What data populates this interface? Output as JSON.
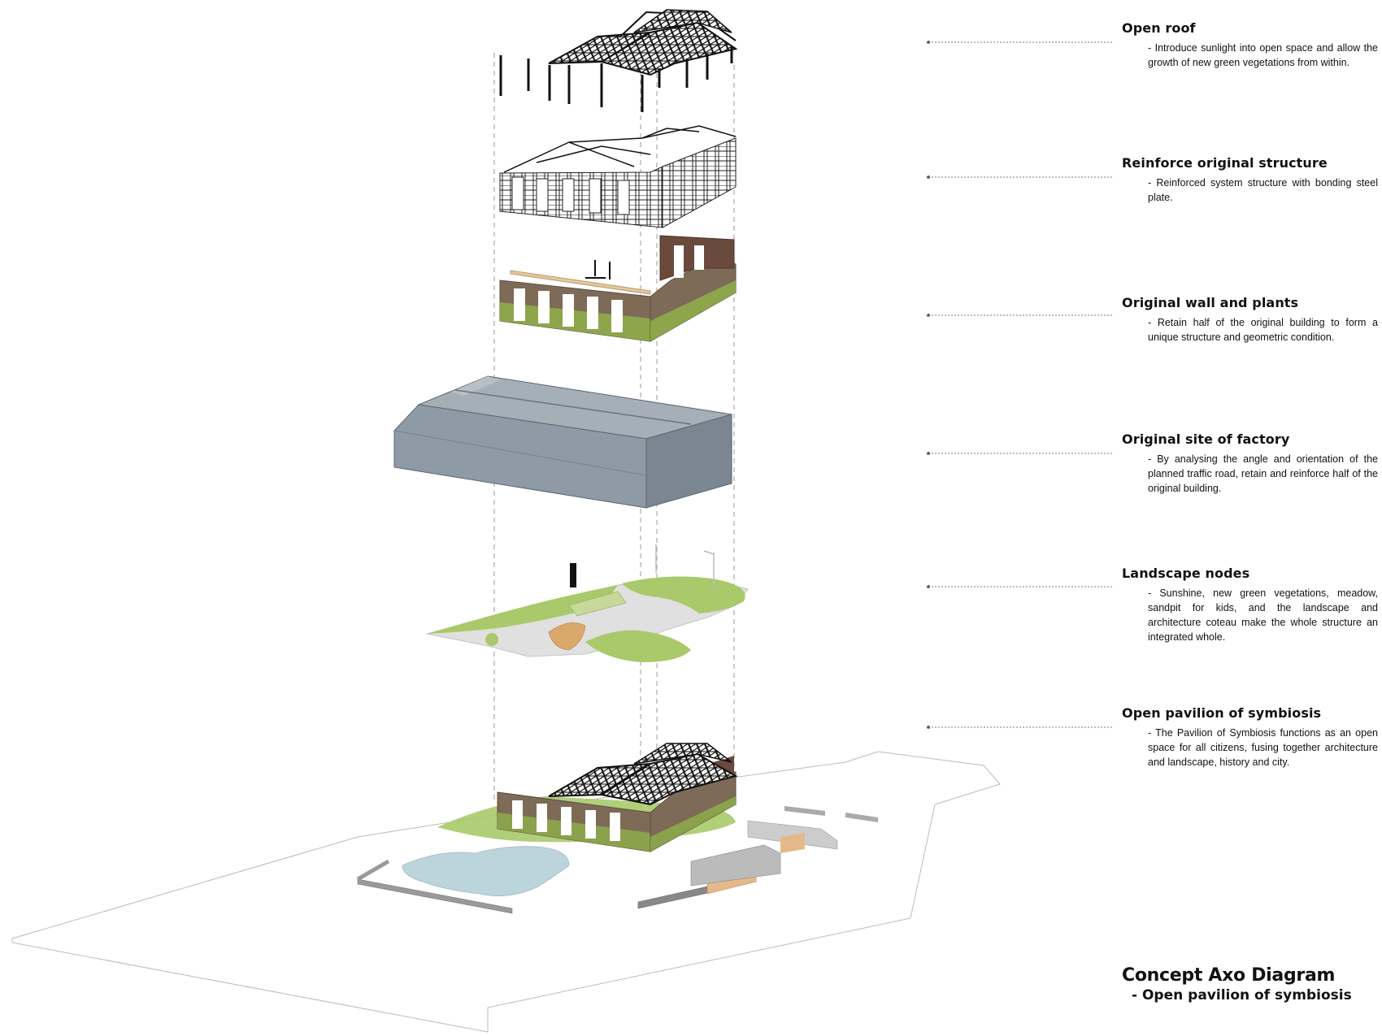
{
  "layers": [
    {
      "title": "Open roof",
      "description": "- Introduce sunlight into open space and allow the growth of new green vegetations from within."
    },
    {
      "title": "Reinforce original structure",
      "description": "- Reinforced system structure with bonding steel plate."
    },
    {
      "title": "Original wall and plants",
      "description": "- Retain half of the original building to form a unique structure and geometric condition."
    },
    {
      "title": "Original site of factory",
      "description": "- By analysing the angle and orientation of the planned traffic road, retain and reinforce half of the original building."
    },
    {
      "title": "Landscape nodes",
      "description": "- Sunshine, new green vegetations, meadow, sandpit for kids, and the landscape and architecture coteau make the whole structure an integrated whole."
    },
    {
      "title": "Open pavilion of symbiosis",
      "description": "- The Pavilion of Symbiosis functions as an open space for all citizens, fusing together architecture and landscape, history and city."
    }
  ],
  "caption": {
    "title": "Concept Axo Diagram",
    "subtitle": "- Open pavilion of symbiosis"
  },
  "colors": {
    "wall_brown": "#7d6a57",
    "wall_dark_brown": "#6b4a3e",
    "plant_green": "#8fb04a",
    "meadow_green": "#a9c96a",
    "sand_orange": "#d9a86a",
    "factory_gray": "#8e9aa5",
    "water_blue": "#bcd5dc",
    "steel_black": "#111111"
  }
}
